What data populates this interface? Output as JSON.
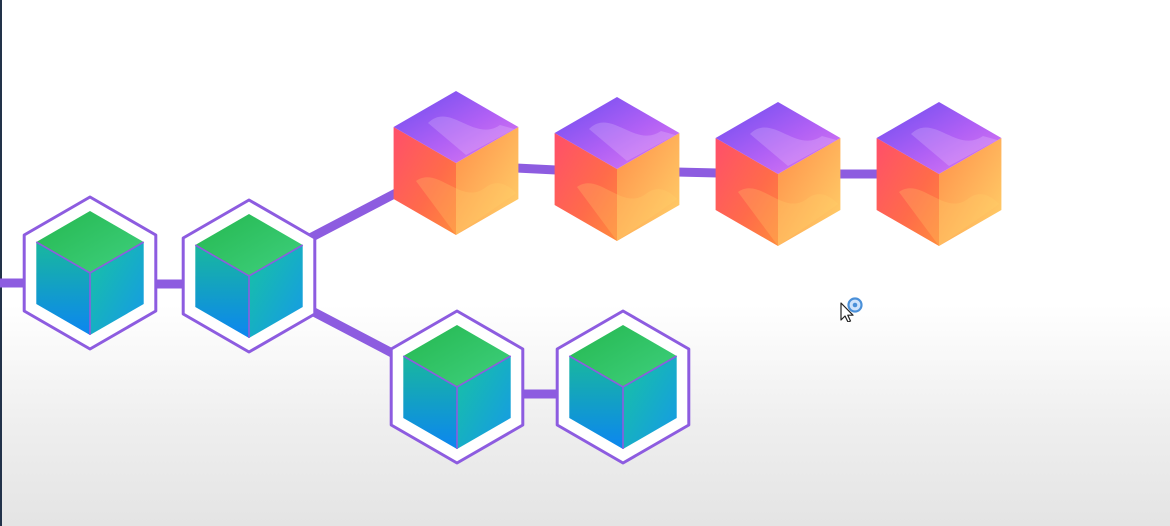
{
  "diagram": {
    "link_color": "#8d5ce0",
    "branch_a": {
      "kind": "main-chain",
      "blocks": [
        {
          "name": "main-chain-block-1",
          "style": "green-blue"
        },
        {
          "name": "main-chain-block-2",
          "style": "green-blue"
        },
        {
          "name": "orange-block-1",
          "style": "orange-purple"
        },
        {
          "name": "orange-block-2",
          "style": "orange-purple"
        },
        {
          "name": "orange-block-3",
          "style": "orange-purple"
        },
        {
          "name": "orange-block-4",
          "style": "orange-purple"
        }
      ]
    },
    "branch_b": {
      "kind": "fork",
      "blocks": [
        {
          "name": "fork-block-1",
          "style": "green-blue"
        },
        {
          "name": "fork-block-2",
          "style": "green-blue"
        }
      ]
    },
    "colors": {
      "cube_top": "#2fc56a",
      "cube_front": "#14a4e6",
      "cube_outline": "#8d5ce0",
      "orange_top": "#9a5cf0",
      "orange_front": "#ff6a4a",
      "orange_side": "#ffb14d"
    },
    "cursor": {
      "icon": "mouse-pointer-icon",
      "indicator": "click-indicator-icon",
      "indicator_color": "#4a90d9"
    }
  }
}
